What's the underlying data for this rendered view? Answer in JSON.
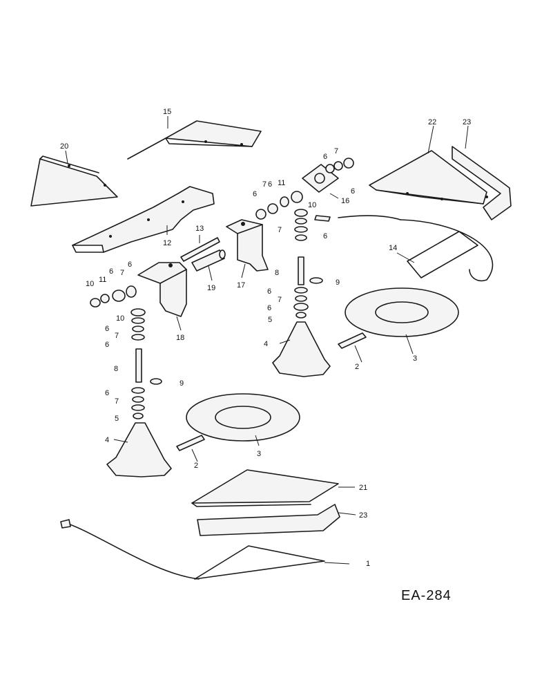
{
  "figure_id": "EA-284",
  "callouts": {
    "c1": "1",
    "c2a": "2",
    "c2b": "2",
    "c3a": "3",
    "c3b": "3",
    "c4a": "4",
    "c4b": "4",
    "c5a": "5",
    "c5b": "5",
    "c6a": "6",
    "c6b": "6",
    "c6c": "6",
    "c6d": "6",
    "c6e": "6",
    "c6f": "6",
    "c6g": "6",
    "c6h": "6",
    "c6i": "6",
    "c6j": "6",
    "c6k": "6",
    "c6l": "6",
    "c7a": "7",
    "c7b": "7",
    "c7c": "7",
    "c7d": "7",
    "c7e": "7",
    "c7f": "7",
    "c7g": "7",
    "c8a": "8",
    "c8b": "8",
    "c9a": "9",
    "c9b": "9",
    "c10a": "10",
    "c10b": "10",
    "c10c": "10",
    "c11a": "11",
    "c11b": "11",
    "c12": "12",
    "c13": "13",
    "c14": "14",
    "c15": "15",
    "c16": "16",
    "c17": "17",
    "c18": "18",
    "c19": "19",
    "c20": "20",
    "c21": "21",
    "c22": "22",
    "c23a": "23",
    "c23b": "23"
  }
}
